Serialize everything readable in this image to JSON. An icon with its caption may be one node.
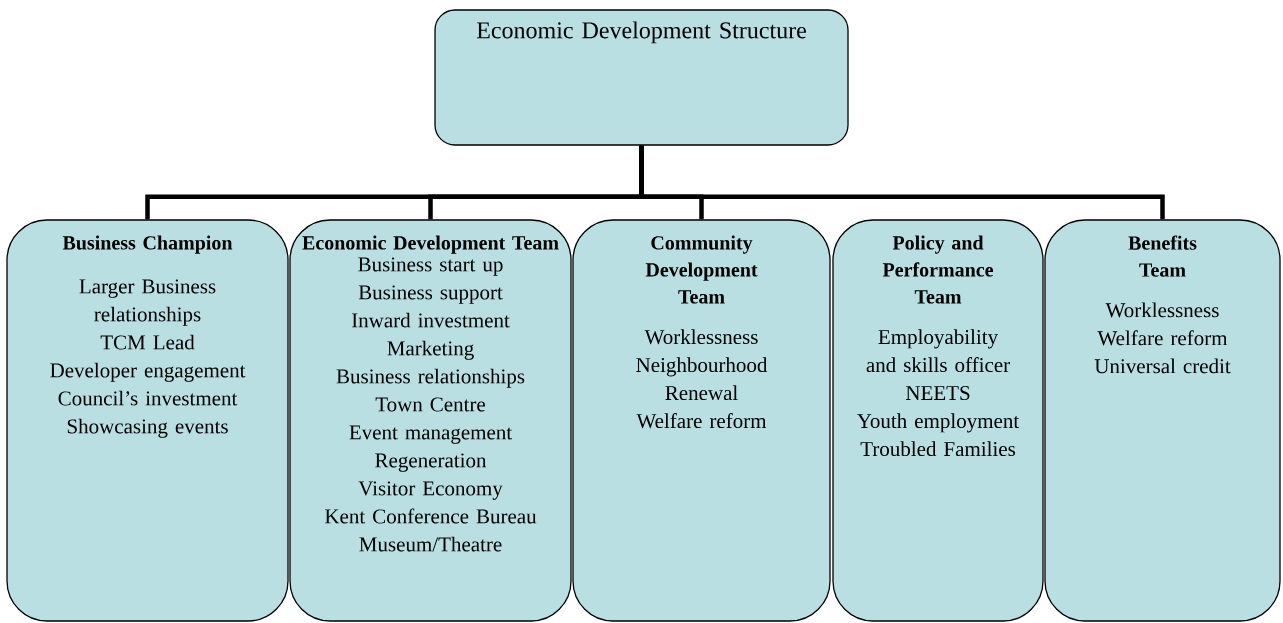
{
  "diagram": {
    "nodes": [
      {
        "text": [
          "Economic Development Structure"
        ]
      },
      {
        "text": [
          "Business Champion",
          "Larger Business relationships",
          "TCM Lead",
          "Developer engagement",
          "Council’s investment",
          "Showcasing events"
        ]
      },
      {
        "text": [
          "Economic Development Team",
          "Business start up",
          "Business support",
          "Inward investment",
          "Marketing",
          "Business relationships",
          "Town Centre",
          "Event management",
          "Regeneration",
          "Visitor Economy",
          "Kent Conference Bureau",
          "Museum/Theatre"
        ]
      },
      {
        "text": [
          "Community Development Team",
          "Worklessness",
          "Neighbourhood",
          "Renewal",
          "Welfare reform"
        ]
      },
      {
        "text": [
          "Policy and Performance Team",
          "Employability and skills officer",
          "NEETS",
          "Youth employment",
          "Troubled Families"
        ]
      },
      {
        "text": [
          "Benefits Team",
          "Worklessness",
          "Welfare reform",
          "Universal credit"
        ]
      }
    ],
    "edges": [
      {
        "from": 0,
        "to": 1,
        "arrow": "none"
      },
      {
        "from": 0,
        "to": 2,
        "arrow": "none"
      },
      {
        "from": 0,
        "to": 3,
        "arrow": "none"
      },
      {
        "from": 0,
        "to": 5,
        "arrow": "none"
      }
    ]
  }
}
